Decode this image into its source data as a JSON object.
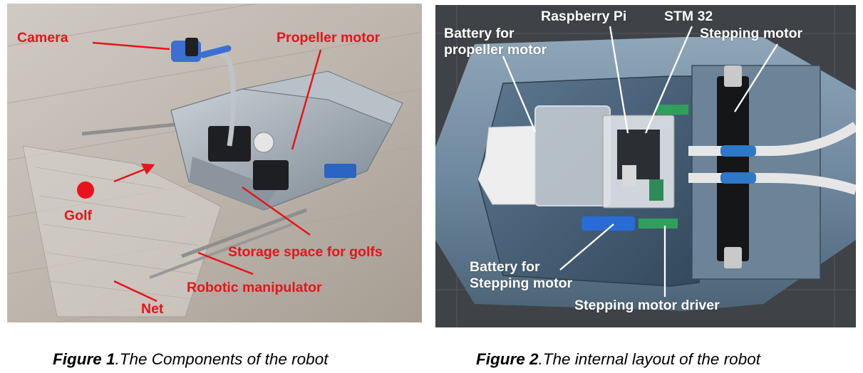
{
  "figure1": {
    "labels": {
      "camera": "Camera",
      "propeller_motor": "Propeller motor",
      "golf": "Golf",
      "storage": "Storage space for golfs",
      "manipulator": "Robotic manipulator",
      "net": "Net"
    },
    "caption_bold": "Figure 1",
    "caption_rest": ".The Components of the robot"
  },
  "figure2": {
    "labels": {
      "raspberry_pi": "Raspberry Pi",
      "stm32": "STM 32",
      "stepping_motor": "Stepping motor",
      "battery_propeller_line1": "Battery for",
      "battery_propeller_line2": "propeller motor",
      "battery_stepping_line1": "Battery for",
      "battery_stepping_line2": "Stepping motor",
      "stepping_driver": "Stepping motor driver"
    },
    "caption_bold": "Figure 2",
    "caption_rest": ".The internal layout of the robot"
  },
  "colors": {
    "label_red": "#e8131b",
    "label_white": "#ffffff",
    "caption": "#000000"
  }
}
